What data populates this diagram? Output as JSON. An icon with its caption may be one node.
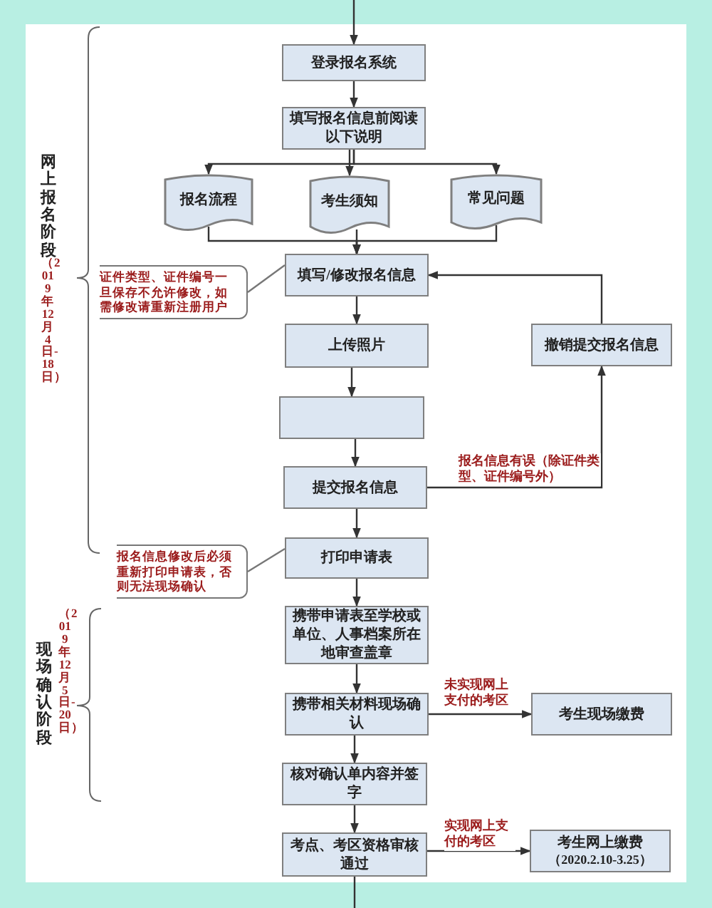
{
  "diagram": {
    "nodes": [
      {
        "text": [
          "登录报名系统"
        ]
      },
      {
        "text": [
          "填写报名信息前阅读以下说明"
        ]
      },
      {
        "text": [
          "报名流程"
        ]
      },
      {
        "text": [
          "考生须知"
        ]
      },
      {
        "text": [
          "常见问题"
        ]
      },
      {
        "text": [
          "填写/修改报名信息"
        ]
      },
      {
        "text": [
          "上传照片"
        ]
      },
      {
        "text": [],
        "shape": "box"
      },
      {
        "text": [
          "提交报名信息"
        ]
      },
      {
        "text": [
          "撤销提交报名信息"
        ]
      },
      {
        "text": [
          "打印申请表"
        ]
      },
      {
        "text": [
          "携带申请表至学校或单位、人事档案所在地审查盖章"
        ]
      },
      {
        "text": [
          "携带相关材料现场确认"
        ]
      },
      {
        "text": [
          "考生现场缴费"
        ]
      },
      {
        "text": [
          "核对确认单内容并签字"
        ]
      },
      {
        "text": [
          "考点、考区资格审核通过"
        ]
      },
      {
        "text": [
          "考生网上缴费",
          "（2020.2.10-3.25）"
        ]
      },
      {
        "text": [
          "证件类型、证件编号一旦保存不允许修改，如需修改请重新注册用户"
        ]
      },
      {
        "text": [
          "报名信息修改后必须重新打印申请表，否则无法现场确认"
        ]
      }
    ],
    "edges": [
      {
        "from": null,
        "to": 0,
        "arrow": "to"
      },
      {
        "from": 0,
        "to": 1,
        "arrow": "to"
      },
      {
        "from": 1,
        "to": 2,
        "arrow": "to"
      },
      {
        "from": 1,
        "to": 3,
        "arrow": "to"
      },
      {
        "from": 1,
        "to": 4,
        "arrow": "to"
      },
      {
        "from": 2,
        "to": 5,
        "arrow": "to"
      },
      {
        "from": 3,
        "to": 5,
        "arrow": "to"
      },
      {
        "from": 4,
        "to": 5,
        "arrow": "to"
      },
      {
        "from": 5,
        "to": 6,
        "arrow": "to"
      },
      {
        "from": 6,
        "to": 7,
        "arrow": "to"
      },
      {
        "from": 7,
        "to": 8,
        "arrow": "to"
      },
      {
        "from": 8,
        "to": 9,
        "arrow": "to",
        "label": "报名信息有误（除证件类型、证件编号外）"
      },
      {
        "from": 9,
        "to": 5,
        "arrow": "to"
      },
      {
        "from": 8,
        "to": 10,
        "arrow": "to"
      },
      {
        "from": 10,
        "to": 11,
        "arrow": "to"
      },
      {
        "from": 11,
        "to": 12,
        "arrow": "to"
      },
      {
        "from": 12,
        "to": 13,
        "arrow": "to",
        "label": "未实现网上支付的考区"
      },
      {
        "from": 12,
        "to": 14,
        "arrow": "to"
      },
      {
        "from": 14,
        "to": 15,
        "arrow": "to"
      },
      {
        "from": 15,
        "to": 16,
        "arrow": "to",
        "label": "实现网上支付的考区"
      },
      {
        "from": 15,
        "to": null,
        "arrow": "none"
      },
      {
        "from": 17,
        "to": 5,
        "arrow": "none"
      },
      {
        "from": 18,
        "to": 10,
        "arrow": "none"
      }
    ],
    "labels": [
      "网上报名阶段",
      "（2019年12月4日-18日）",
      "现场确认阶段",
      "（2019年12月5日-20日）"
    ]
  }
}
